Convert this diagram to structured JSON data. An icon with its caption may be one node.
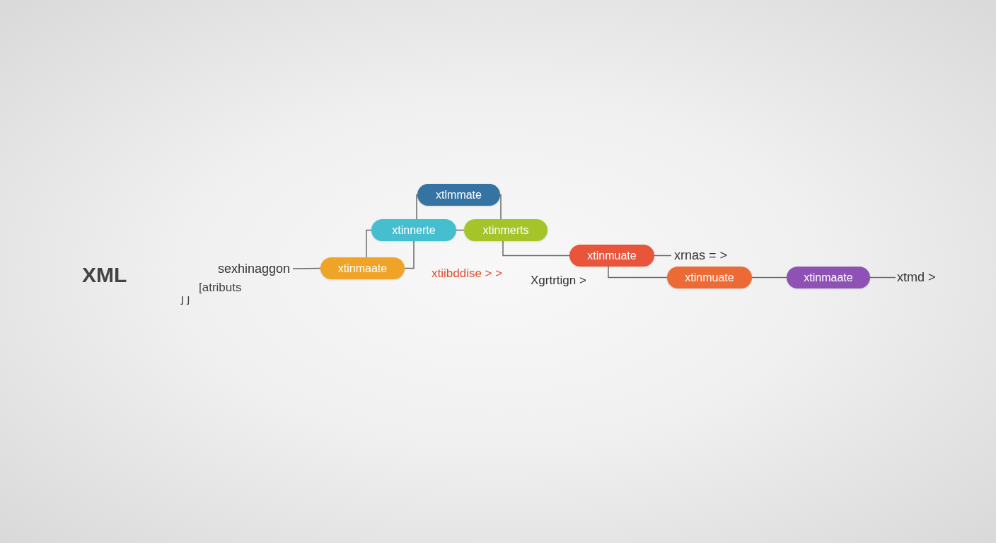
{
  "diagram": {
    "nodes": [
      {
        "text": [
          "sexhinaggon"
        ]
      },
      {
        "text": [
          "xtinmaate"
        ]
      },
      {
        "text": [
          "xtinnerte"
        ]
      },
      {
        "text": [
          "xtlmmate"
        ]
      },
      {
        "text": [
          "xtinmerts"
        ]
      },
      {
        "text": [
          "xtinmuate"
        ]
      },
      {
        "text": [
          "xrnas = >"
        ]
      },
      {
        "text": [
          "xtinmuate"
        ]
      },
      {
        "text": [
          "xtinmaate"
        ]
      },
      {
        "text": [
          "xtmd >"
        ]
      }
    ],
    "edges": [
      {
        "from": 0,
        "to": 1,
        "arrow": "none"
      },
      {
        "from": 1,
        "to": 2,
        "arrow": "none"
      },
      {
        "from": 2,
        "to": 1,
        "arrow": "none"
      },
      {
        "from": 3,
        "to": 2,
        "arrow": "none"
      },
      {
        "from": 3,
        "to": 4,
        "arrow": "none"
      },
      {
        "from": 2,
        "to": 4,
        "arrow": "none"
      },
      {
        "from": 4,
        "to": 5,
        "arrow": "none"
      },
      {
        "from": 5,
        "to": 6,
        "arrow": "none"
      },
      {
        "from": 5,
        "to": 7,
        "arrow": "none"
      },
      {
        "from": 7,
        "to": 8,
        "arrow": "none"
      },
      {
        "from": 8,
        "to": 9,
        "arrow": "none"
      }
    ],
    "labels": [
      "XML",
      "[atributs",
      "ȷ ȷ",
      "xtiibddise > >",
      "Xgrtrtign >"
    ]
  }
}
